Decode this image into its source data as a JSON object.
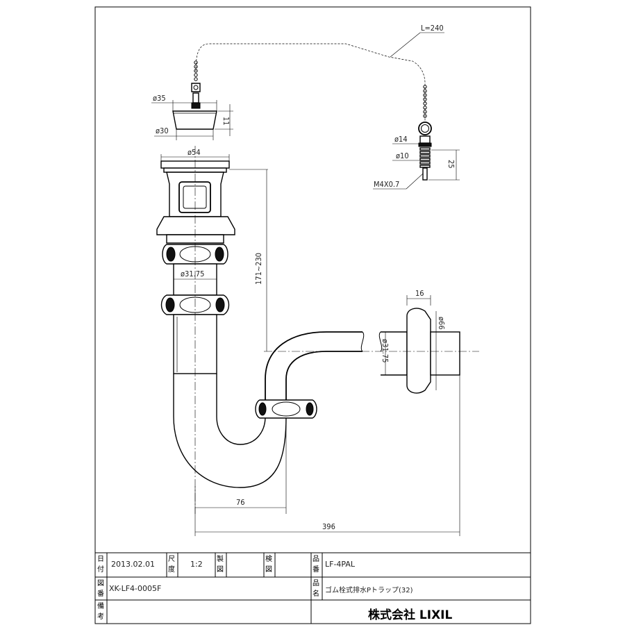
{
  "dimensions": {
    "chain_length": "L=240",
    "stopper_top_dia": "ø35",
    "stopper_bottom_dia": "ø30",
    "stopper_height": "11",
    "flange_dia": "ø54",
    "tailpiece_dia": "ø31.75",
    "drop_range": "171~230",
    "ring_dia": "ø14",
    "shank_dia": "ø10",
    "thread": "M4X0.7",
    "anchor_length": "25",
    "wall_flange_depth": "16",
    "wall_flange_dia": "ø66",
    "outlet_dia": "ø31.75",
    "trap_offset": "76",
    "overall_length": "396"
  },
  "title_block": {
    "date_label": "日付",
    "date_value": "2013.02.01",
    "scale_label": "尺度",
    "scale_value": "1:2",
    "drawn_label": "製図",
    "checked_label": "検図",
    "part_no_label": "品番",
    "part_no_value": "LF-4PAL",
    "drawing_no_label": "図番",
    "drawing_no_value": "XK-LF4-0005F",
    "name_label": "品名",
    "name_value": "ゴム栓式排水Pトラップ(32)",
    "remarks_label": "備考",
    "company": "株式会社 LIXIL"
  }
}
